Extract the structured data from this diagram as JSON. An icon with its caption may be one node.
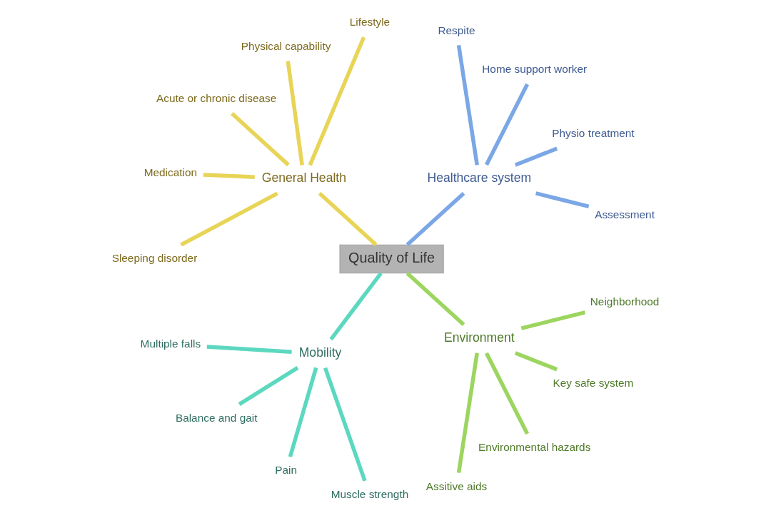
{
  "diagram": {
    "nodes": [
      {
        "text": [
          "Quality of Life"
        ]
      },
      {
        "text": [
          "Healthcare system"
        ]
      },
      {
        "text": [
          "Assessment"
        ]
      },
      {
        "text": [
          "Physio treatment"
        ]
      },
      {
        "text": [
          "Home support worker"
        ]
      },
      {
        "text": [
          "Respite"
        ]
      },
      {
        "text": [
          "General Health"
        ]
      },
      {
        "text": [
          "Lifestyle"
        ]
      },
      {
        "text": [
          "Physical capability"
        ]
      },
      {
        "text": [
          "Acute or chronic disease"
        ]
      },
      {
        "text": [
          "Medication"
        ]
      },
      {
        "text": [
          "Sleeping disorder"
        ]
      },
      {
        "text": [
          "Mobility"
        ]
      },
      {
        "text": [
          "Multiple falls"
        ]
      },
      {
        "text": [
          "Balance and gait"
        ]
      },
      {
        "text": [
          "Pain"
        ]
      },
      {
        "text": [
          "Muscle strength"
        ]
      },
      {
        "text": [
          "Environment"
        ]
      },
      {
        "text": [
          "Assitive aids"
        ]
      },
      {
        "text": [
          "Environmental hazards"
        ]
      },
      {
        "text": [
          "Key safe system"
        ]
      },
      {
        "text": [
          "Neighborhood"
        ]
      }
    ],
    "edges": [
      {
        "from": 0,
        "to": 1,
        "arrow": "none",
        "color": "#7ba7e6"
      },
      {
        "from": 1,
        "to": 2,
        "arrow": "none",
        "color": "#7ba7e6"
      },
      {
        "from": 1,
        "to": 3,
        "arrow": "none",
        "color": "#7ba7e6"
      },
      {
        "from": 1,
        "to": 4,
        "arrow": "none",
        "color": "#7ba7e6"
      },
      {
        "from": 1,
        "to": 5,
        "arrow": "none",
        "color": "#7ba7e6"
      },
      {
        "from": 0,
        "to": 6,
        "arrow": "none",
        "color": "#e8d456"
      },
      {
        "from": 6,
        "to": 7,
        "arrow": "none",
        "color": "#e8d456"
      },
      {
        "from": 6,
        "to": 8,
        "arrow": "none",
        "color": "#e8d456"
      },
      {
        "from": 6,
        "to": 9,
        "arrow": "none",
        "color": "#e8d456"
      },
      {
        "from": 6,
        "to": 10,
        "arrow": "none",
        "color": "#e8d456"
      },
      {
        "from": 6,
        "to": 11,
        "arrow": "none",
        "color": "#e8d456"
      },
      {
        "from": 0,
        "to": 12,
        "arrow": "none",
        "color": "#5dd8c0"
      },
      {
        "from": 12,
        "to": 13,
        "arrow": "none",
        "color": "#5dd8c0"
      },
      {
        "from": 12,
        "to": 14,
        "arrow": "none",
        "color": "#5dd8c0"
      },
      {
        "from": 12,
        "to": 15,
        "arrow": "none",
        "color": "#5dd8c0"
      },
      {
        "from": 12,
        "to": 16,
        "arrow": "none",
        "color": "#5dd8c0"
      },
      {
        "from": 0,
        "to": 17,
        "arrow": "none",
        "color": "#9cd55f"
      },
      {
        "from": 17,
        "to": 18,
        "arrow": "none",
        "color": "#9cd55f"
      },
      {
        "from": 17,
        "to": 19,
        "arrow": "none",
        "color": "#9cd55f"
      },
      {
        "from": 17,
        "to": 20,
        "arrow": "none",
        "color": "#9cd55f"
      },
      {
        "from": 17,
        "to": 21,
        "arrow": "none",
        "color": "#9cd55f"
      }
    ]
  }
}
